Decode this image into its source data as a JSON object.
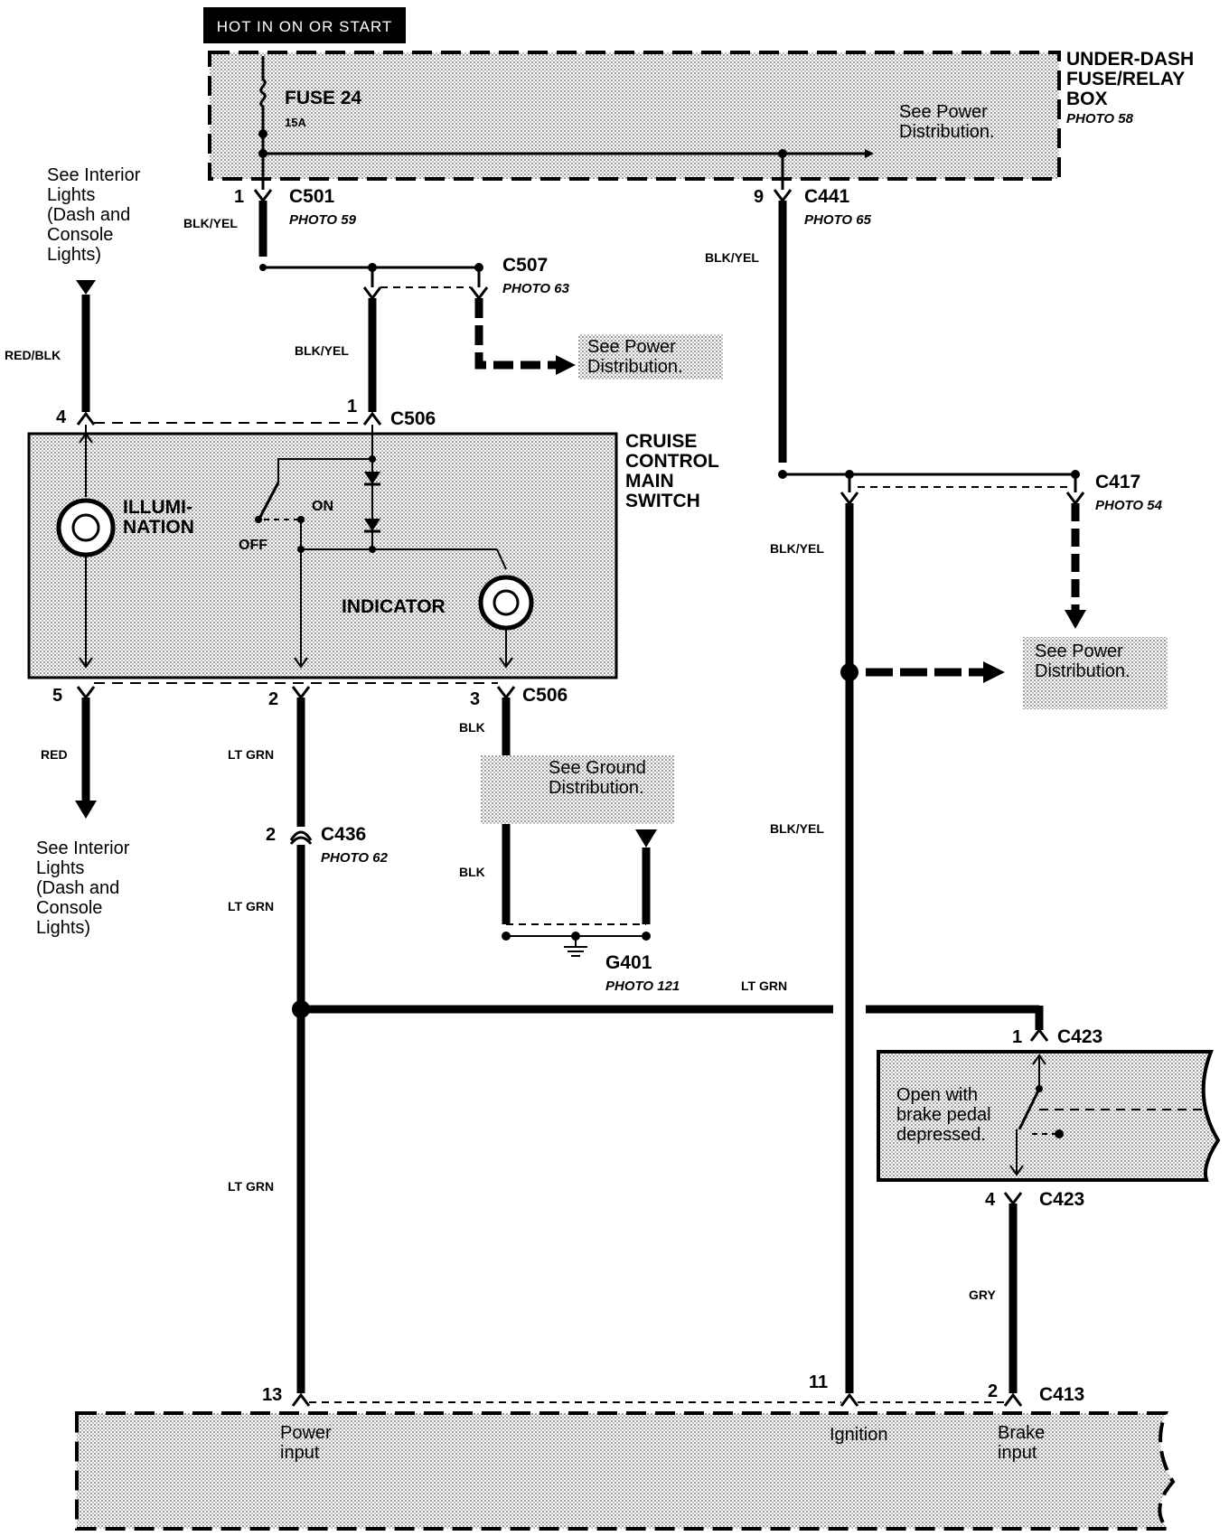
{
  "header": {
    "hot_label": "HOT IN ON OR START"
  },
  "fuse_box": {
    "title_lines": [
      "UNDER-DASH",
      "FUSE/RELAY",
      "BOX"
    ],
    "photo": "PHOTO 58",
    "fuse_name": "FUSE 24",
    "fuse_rating": "15A",
    "see_power_lines": [
      "See Power",
      "Distribution."
    ]
  },
  "connectors": {
    "c501": {
      "name": "C501",
      "pin": "1",
      "photo": "PHOTO 59"
    },
    "c441": {
      "name": "C441",
      "pin": "9",
      "photo": "PHOTO 65"
    },
    "c507": {
      "name": "C507",
      "photo": "PHOTO 63"
    },
    "c506_top": {
      "name": "C506",
      "pin_a": "1",
      "pin_b": "4"
    },
    "c506_bottom": {
      "name": "C506",
      "pin_5": "5",
      "pin_2": "2",
      "pin_3": "3"
    },
    "c417": {
      "name": "C417",
      "photo": "PHOTO 54"
    },
    "c436": {
      "name": "C436",
      "pin": "2",
      "photo": "PHOTO 62"
    },
    "g401": {
      "name": "G401",
      "photo": "PHOTO 121"
    },
    "c423_top": {
      "name": "C423",
      "pin": "1"
    },
    "c423_bottom": {
      "name": "C423",
      "pin": "4"
    },
    "c413": {
      "name": "C413",
      "pin": "2"
    },
    "ecu_pins": {
      "p13": "13",
      "p11": "11"
    }
  },
  "wires": {
    "blk_yel": "BLK/YEL",
    "red_blk": "RED/BLK",
    "red": "RED",
    "lt_grn": "LT GRN",
    "blk": "BLK",
    "gry": "GRY"
  },
  "notes": {
    "interior_top": [
      "See Interior",
      "Lights",
      "(Dash and",
      "Console",
      "Lights)"
    ],
    "interior_bottom": [
      "See Interior",
      "Lights",
      "(Dash and",
      "Console",
      "Lights)"
    ],
    "power_c507": [
      "See Power",
      "Distribution."
    ],
    "power_c417": [
      "See Power",
      "Distribution."
    ],
    "ground": [
      "See Ground",
      "Distribution."
    ]
  },
  "switch": {
    "title_lines": [
      "CRUISE",
      "CONTROL",
      "MAIN",
      "SWITCH"
    ],
    "illum_lines": [
      "ILLUMI-",
      "NATION"
    ],
    "on": "ON",
    "off": "OFF",
    "indicator": "INDICATOR"
  },
  "brake_switch": {
    "lines": [
      "Open with",
      "brake pedal",
      "depressed."
    ]
  },
  "control_unit": {
    "power_lines": [
      "Power",
      "input"
    ],
    "ignition": "Ignition",
    "brake_lines": [
      "Brake",
      "input"
    ]
  }
}
